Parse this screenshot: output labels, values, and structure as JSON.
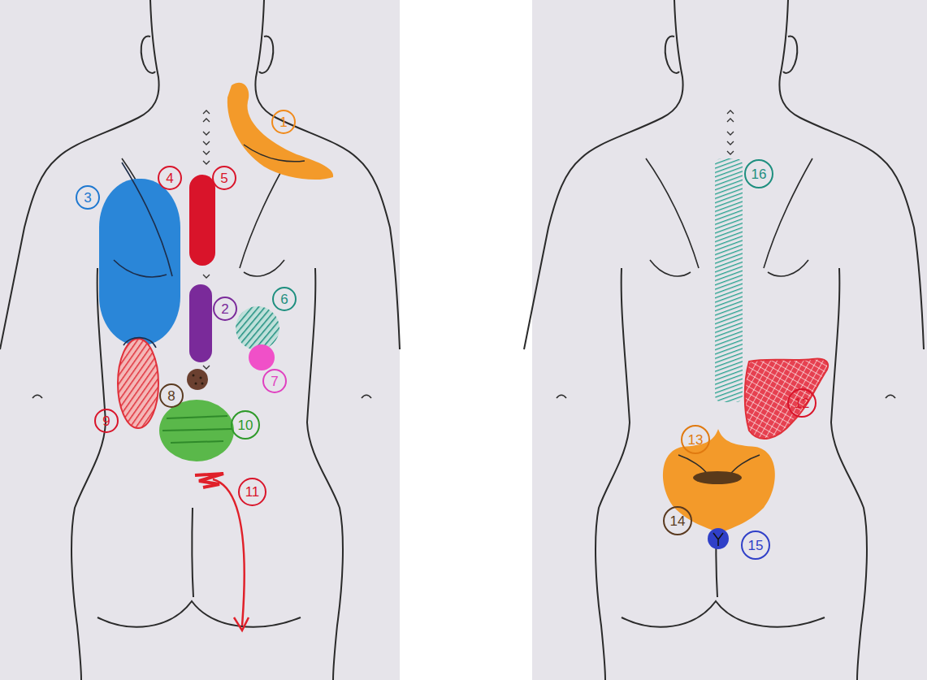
{
  "diagram": {
    "nodes": [
      {
        "text": [
          "1"
        ]
      },
      {
        "text": [
          "2"
        ]
      },
      {
        "text": [
          "3"
        ]
      },
      {
        "text": [
          "4"
        ]
      },
      {
        "text": [
          "5"
        ]
      },
      {
        "text": [
          "6"
        ]
      },
      {
        "text": [
          "7"
        ]
      },
      {
        "text": [
          "8"
        ]
      },
      {
        "text": [
          "9"
        ]
      },
      {
        "text": [
          "10"
        ]
      },
      {
        "text": [
          "11"
        ]
      },
      {
        "text": [
          "12"
        ]
      },
      {
        "text": [
          "13"
        ]
      },
      {
        "text": [
          "14"
        ]
      },
      {
        "text": [
          "15"
        ]
      },
      {
        "text": [
          "16"
        ]
      }
    ]
  }
}
